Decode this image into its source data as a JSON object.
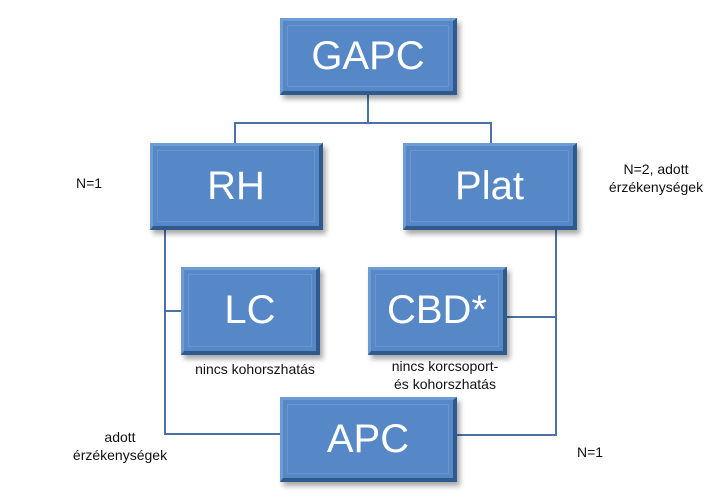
{
  "nodes": {
    "gapc": "GAPC",
    "rh": "RH",
    "plat": "Plat",
    "lc": "LC",
    "cbd": "CBD*",
    "apc": "APC"
  },
  "annotations": {
    "rh_n": "N=1",
    "plat_n_line1": "N=2, adott",
    "plat_n_line2": "érzékenységek",
    "lc_note": "nincs kohorszhatás",
    "cbd_note_line1": "nincs korcsoport-",
    "cbd_note_line2": "és kohorszhatás",
    "apc_left_line1": "adott",
    "apc_left_line2": "érzékenységek",
    "apc_right_n": "N=1"
  },
  "colors": {
    "box": "#5687c6",
    "line": "#4a72a8"
  }
}
